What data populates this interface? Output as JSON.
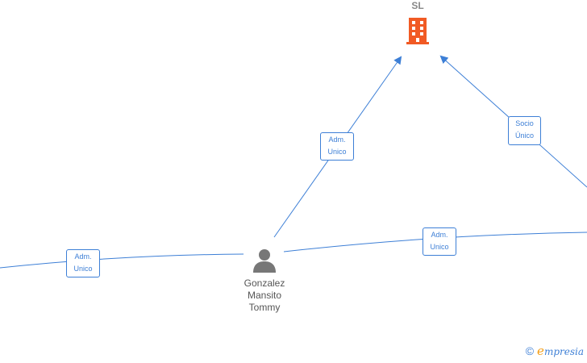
{
  "company": {
    "name": "SL",
    "icon": "building-icon",
    "color": "#f15a24"
  },
  "person": {
    "name_lines": [
      "Gonzalez",
      "Mansito",
      "Tommy"
    ],
    "icon": "person-icon"
  },
  "edges": [
    {
      "label_lines": [
        "Adm.",
        "Unico"
      ]
    },
    {
      "label_lines": [
        "Socio",
        "Único"
      ]
    },
    {
      "label_lines": [
        "Adm.",
        "Unico"
      ]
    },
    {
      "label_lines": [
        "Adm.",
        "Unico"
      ]
    }
  ],
  "brand": {
    "copyright": "©",
    "initial": "e",
    "rest": "mpresia"
  },
  "colors": {
    "edge": "#3d7fd6",
    "company": "#f15a24",
    "person": "#777777"
  }
}
